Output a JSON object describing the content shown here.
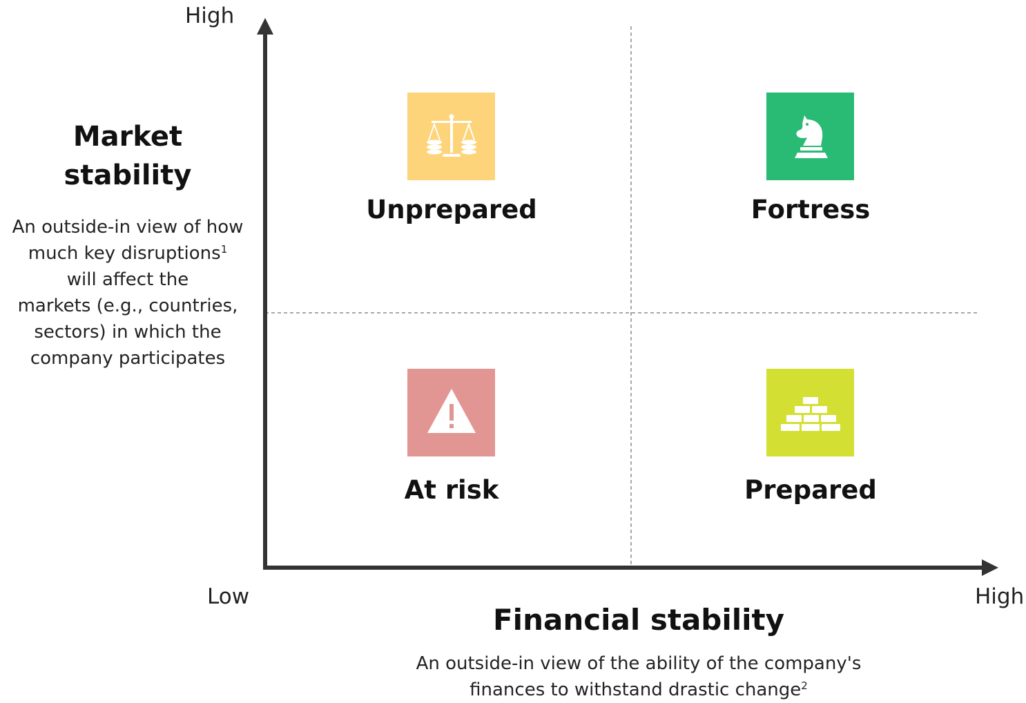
{
  "y_axis": {
    "high_label": "High",
    "title_line1": "Market",
    "title_line2": "stability",
    "description_lines": [
      "An outside-in view of how",
      "much key disruptions",
      "will affect the",
      "markets (e.g., countries,",
      "sectors) in which the",
      "company participates"
    ],
    "footnote_marker": "1"
  },
  "x_axis": {
    "low_label": "Low",
    "high_label": "High",
    "title": "Financial stability",
    "description_lines": [
      "An outside-in view of the ability of the company's",
      "finances to withstand drastic change"
    ],
    "footnote_marker": "2"
  },
  "quadrants": {
    "top_left": {
      "label": "Unprepared",
      "icon": "balance-scale-icon",
      "color": "#fdd47a"
    },
    "top_right": {
      "label": "Fortress",
      "icon": "chess-knight-icon",
      "color": "#29ba74"
    },
    "bottom_left": {
      "label": "At risk",
      "icon": "warning-triangle-icon",
      "color": "#e29693"
    },
    "bottom_right": {
      "label": "Prepared",
      "icon": "brick-wall-icon",
      "color": "#d3df33"
    }
  },
  "colors": {
    "axis": "#333333",
    "divider": "#8a8a8a"
  }
}
